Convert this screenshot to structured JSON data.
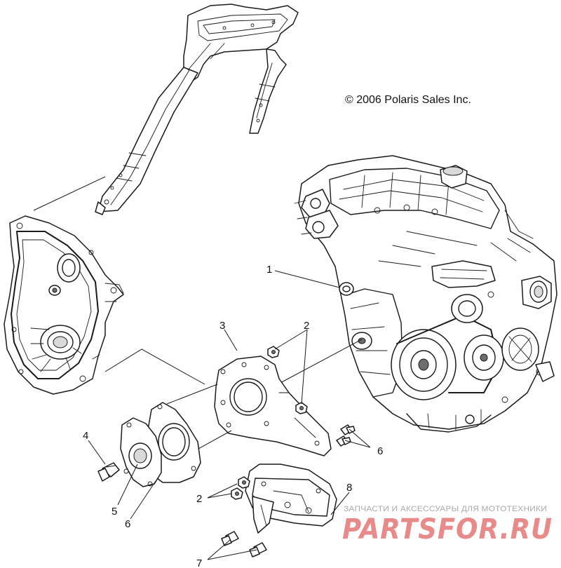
{
  "copyright": "© 2006 Polaris Sales Inc.",
  "callouts": {
    "c1": "1",
    "c2a": "2",
    "c2b": "2",
    "c3": "3",
    "c4": "4",
    "c5": "5",
    "c6a": "6",
    "c6b": "6",
    "c7": "7",
    "c8": "8"
  },
  "watermark": {
    "tagline": "ЗАПЧАСТИ И АКСЕССУАРЫ ДЛЯ МОТОТЕХНИКИ",
    "brand": "PARTSFOR.RU",
    "color": "#e88a8a"
  }
}
